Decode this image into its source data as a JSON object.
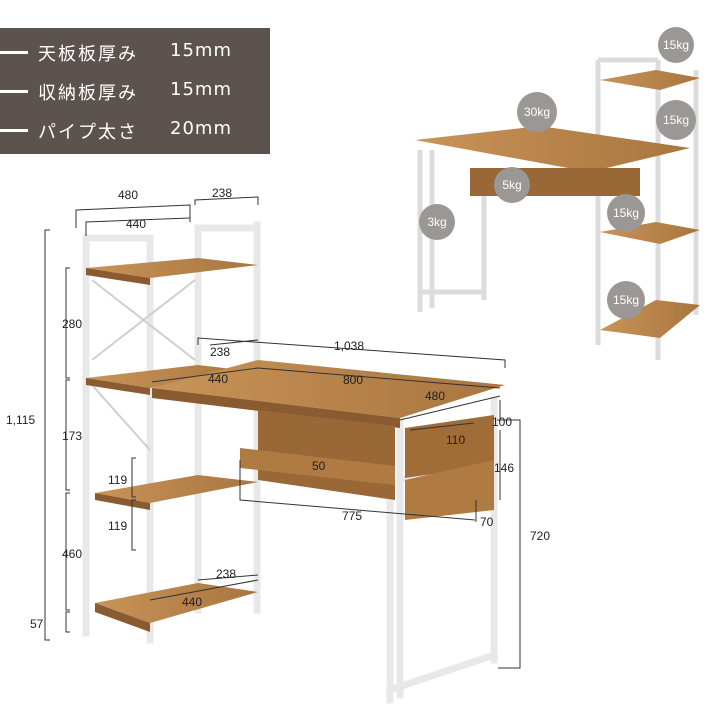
{
  "specs": [
    {
      "label": "天板板厚み",
      "value": "15mm"
    },
    {
      "label": "収納板厚み",
      "value": "15mm"
    },
    {
      "label": "パイプ太さ",
      "value": "20mm"
    }
  ],
  "weights": {
    "top_shelf": "15kg",
    "desk": "30kg",
    "shelf2": "15kg",
    "drawer": "5kg",
    "hook": "3kg",
    "shelf3": "15kg",
    "bottom_shelf": "15kg"
  },
  "dimensions": {
    "shelf_depth_outer": "480",
    "shelf_width": "238",
    "shelf_depth_inner": "440",
    "total_height": "1,115",
    "top_gap": "280",
    "total_width": "1,038",
    "shelf_width_2": "238",
    "desk_width": "800",
    "shelf_depth_mid": "440",
    "desk_depth": "480",
    "middle_gap": "173",
    "right_top": "100",
    "hook_gap": "110",
    "right_side": "146",
    "drawer_height": "50",
    "lower_gap_1": "119",
    "lower_gap_2": "119",
    "under_width": "775",
    "drawer_depth": "70",
    "desk_height": "720",
    "bottom_gap": "460",
    "bottom_shelf_width": "238",
    "bottom_shelf_depth": "440",
    "foot_height": "57"
  },
  "colors": {
    "panel": "#5c534e",
    "wood": "#b8844c",
    "wood_dark": "#8a5a30",
    "frame": "#f4f4f4",
    "badge": "#9a9794"
  }
}
